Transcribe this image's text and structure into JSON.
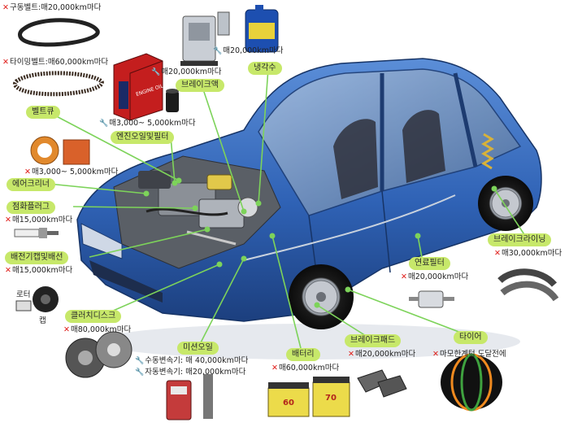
{
  "items": {
    "drive_belt": {
      "name": "구동벨트",
      "interval": "매20,000km마다"
    },
    "timing_belt": {
      "name": "타이밍벨트",
      "interval": "매60,000km마다"
    },
    "brake_fluid": {
      "name": "브레이크액",
      "interval": "매20,000km마다"
    },
    "coolant": {
      "name": "냉각수"
    },
    "belt_q": {
      "name": "벨트큐"
    },
    "engine_oil": {
      "name": "엔진오일및필터",
      "interval": "매3,000~ 5,000km마다"
    },
    "air_cleaner": {
      "name": "에어크리너",
      "interval": "매3,000~ 5,000km마다"
    },
    "spark_plug": {
      "name": "점화플러그",
      "interval": "매15,000km마다"
    },
    "distributor": {
      "name": "배전기캡및배선",
      "interval": "매15,000km마다",
      "rotor": "로터",
      "cap": "캡"
    },
    "clutch_disc": {
      "name": "클러치디스크",
      "interval": "매80,000km마다"
    },
    "transmission": {
      "name": "미션오일",
      "manual": "수동변속기: 매 40,000km마다",
      "auto": "자동변속기: 매20,000km마다"
    },
    "battery": {
      "name": "배터리",
      "interval": "매60,000km마다"
    },
    "brake_pad": {
      "name": "브레이크패드",
      "interval": "매20,000km마다"
    },
    "tire": {
      "name": "타이어",
      "interval": "마모한계턱 도달전에"
    },
    "fuel_filter": {
      "name": "연료필터",
      "interval": "매20,000km마다"
    },
    "brake_lining": {
      "name": "브레이크라이닝",
      "interval": "매30,000km마다"
    }
  },
  "product_text": {
    "oil_can": "ENGINE OIL",
    "battery_left": "60",
    "battery_right": "70"
  },
  "colors": {
    "label_bg": "#c7e86a",
    "leader_line": "#7dd35a",
    "x_mark": "#e0201c",
    "car_body": "#2f62b5"
  }
}
